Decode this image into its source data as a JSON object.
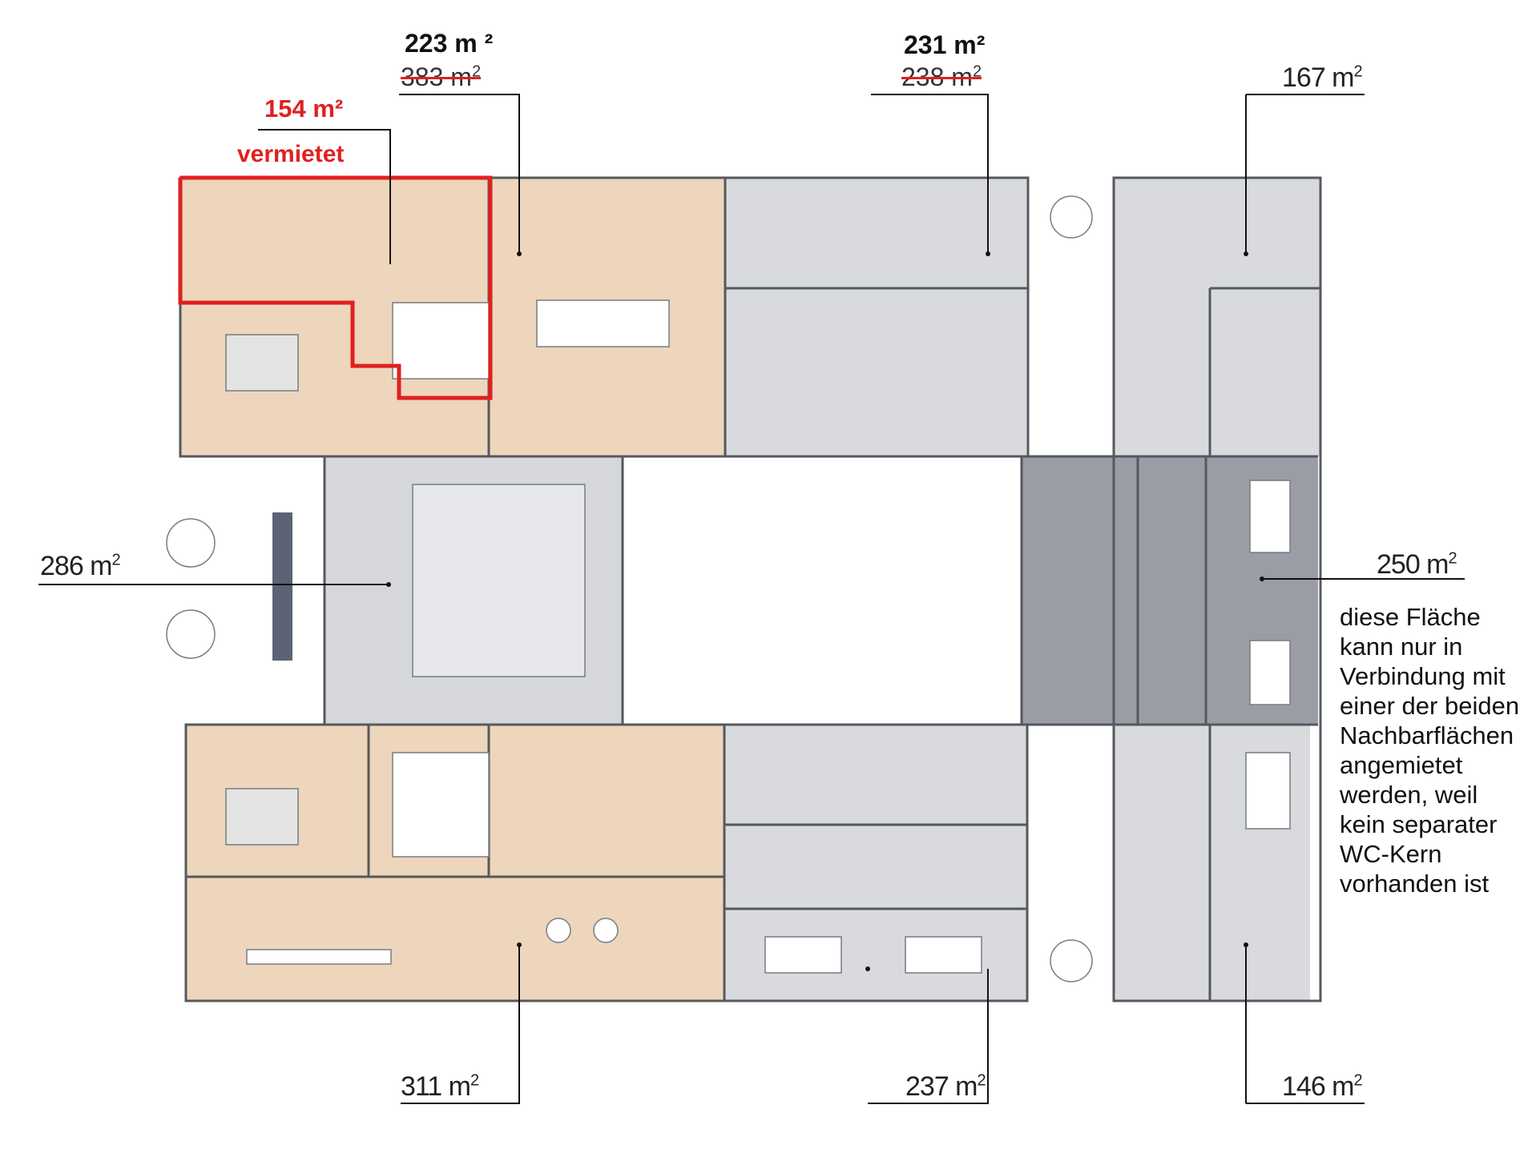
{
  "areas": {
    "top_left": {
      "value": "223 m ²",
      "previous": "383 m",
      "previous_unit": "2"
    },
    "top_middle": {
      "value": "231 m²",
      "previous": "238 m",
      "previous_unit": "2"
    },
    "top_right": {
      "value": "167 m",
      "unit": "2"
    },
    "rented": {
      "value": "154 m²",
      "status": "vermietet"
    },
    "left": {
      "value": "286 m",
      "unit": "2"
    },
    "right": {
      "value": "250 m",
      "unit": "2"
    },
    "bottom_left": {
      "value": "311 m",
      "unit": "2"
    },
    "bottom_middle": {
      "value": "237 m",
      "unit": "2"
    },
    "bottom_right": {
      "value": "146 m",
      "unit": "2"
    }
  },
  "note_lines": [
    "diese Fläche",
    "kann nur in",
    "Verbindung mit",
    "einer der beiden",
    "Nachbarflächen",
    "angemietet",
    "werden, weil",
    "kein separater",
    "WC-Kern",
    "vorhanden ist"
  ],
  "colors": {
    "warm_zone": "#edd6bc",
    "grey_zone": "#d8dadd",
    "dark_zone": "#9a9ca6",
    "rented_outline": "#e02020",
    "wall": "#55585e"
  }
}
